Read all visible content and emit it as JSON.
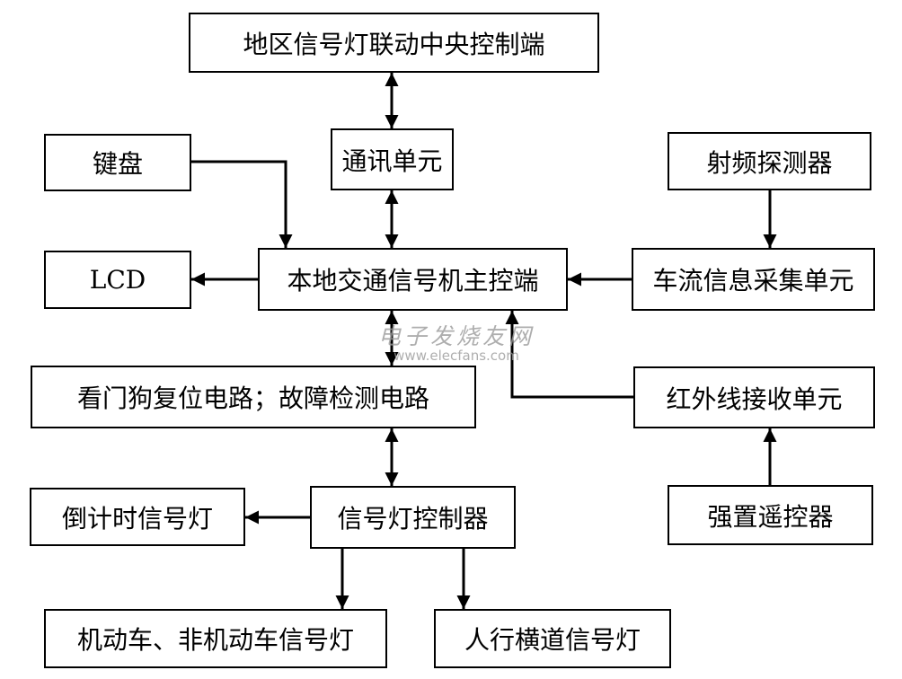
{
  "nodes": {
    "central": "地区信号灯联动中央控制端",
    "comm": "通讯单元",
    "keyboard": "键盘",
    "rf": "射频探测器",
    "lcd": "LCD",
    "main": "本地交通信号机主控端",
    "flow": "车流信息采集单元",
    "watchdog": "看门狗复位电路；故障检测电路",
    "ir": "红外线接收单元",
    "countdown": "倒计时信号灯",
    "controller": "信号灯控制器",
    "remote": "强置遥控器",
    "vehicle": "机动车、非机动车信号灯",
    "pedestrian": "人行横道信号灯"
  },
  "edges": [
    {
      "from": "central",
      "to": "comm",
      "dir": "both"
    },
    {
      "from": "comm",
      "to": "main",
      "dir": "both"
    },
    {
      "from": "keyboard",
      "to": "main",
      "dir": "forward"
    },
    {
      "from": "main",
      "to": "lcd",
      "dir": "forward"
    },
    {
      "from": "flow",
      "to": "main",
      "dir": "forward"
    },
    {
      "from": "rf",
      "to": "flow",
      "dir": "forward"
    },
    {
      "from": "main",
      "to": "watchdog",
      "dir": "both"
    },
    {
      "from": "ir",
      "to": "main",
      "dir": "forward"
    },
    {
      "from": "remote",
      "to": "ir",
      "dir": "forward"
    },
    {
      "from": "watchdog",
      "to": "controller",
      "dir": "both"
    },
    {
      "from": "controller",
      "to": "countdown",
      "dir": "forward"
    },
    {
      "from": "controller",
      "to": "vehicle",
      "dir": "forward"
    },
    {
      "from": "controller",
      "to": "pedestrian",
      "dir": "forward"
    }
  ],
  "watermark": {
    "cn": "电子发烧友网",
    "en": "www.elecfans.com"
  }
}
